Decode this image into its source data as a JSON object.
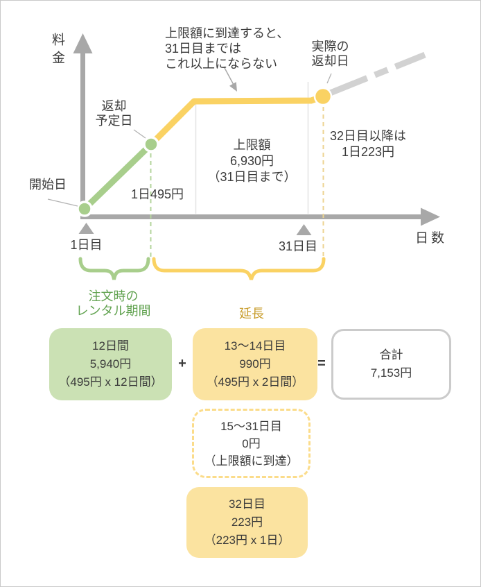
{
  "chart_data": {
    "type": "line",
    "x_axis_label": "日数",
    "y_axis_label": "料金",
    "x_ticks": [
      "1日目",
      "31日目"
    ],
    "segments": [
      {
        "name": "注文時のレンタル期間",
        "from_day": 1,
        "to_day": 12,
        "rate_per_day_yen": 495,
        "subtotal_yen": 5940,
        "color": "#a8ce8c"
      },
      {
        "name": "延長",
        "from_day": 13,
        "to_day": 14,
        "rate_per_day_yen": 495,
        "subtotal_yen": 990,
        "color": "#fad263"
      },
      {
        "name": "延長（上限額に到達）",
        "from_day": 15,
        "to_day": 31,
        "rate_per_day_yen": 0,
        "subtotal_yen": 0,
        "color": "#fad263"
      },
      {
        "name": "延長（32日目）",
        "from_day": 32,
        "to_day": 32,
        "rate_per_day_yen": 223,
        "subtotal_yen": 223,
        "color": "#fad263"
      }
    ],
    "cap_yen": 6930,
    "cap_until_day": 31,
    "after_day32_rate_yen": 223,
    "total_yen": 7153
  },
  "axes": {
    "y_label": "料金",
    "x_label": "日数"
  },
  "annotations": {
    "start_date": "開始日",
    "scheduled_return": [
      "返却",
      "予定日"
    ],
    "cap_note": [
      "上限額に到達すると、",
      "31日目までは",
      "これ以上にならない"
    ],
    "actual_return": [
      "実際の",
      "返却日"
    ],
    "daily_rate": "1日495円",
    "cap_box": [
      "上限額",
      "6,930円",
      "（31日目まで）"
    ],
    "after_day32": [
      "32日目以降は",
      "1日223円"
    ],
    "day1": "1日目",
    "day31": "31日目"
  },
  "braces": {
    "order_period": [
      "注文時の",
      "レンタル期間"
    ],
    "extension": "延長"
  },
  "calc": {
    "plus": "+",
    "equals": "=",
    "base_box": [
      "12日間",
      "5,940円",
      "（495円 x 12日間）"
    ],
    "ext_13_14_box": [
      "13〜14日目",
      "990円",
      "（495円 x 2日間）"
    ],
    "total_box": [
      "合計",
      "7,153円"
    ],
    "ext_15_31_box": [
      "15〜31日目",
      "0円",
      "（上限額に到達）"
    ],
    "ext_32_box": [
      "32日目",
      "223円",
      "（223円 x 1日）"
    ]
  },
  "colors": {
    "green_line": "#a8ce8c",
    "green_box": "#cbe1b4",
    "green_text": "#62a351",
    "yellow_line": "#fad263",
    "yellow_box": "#fbe3a0",
    "yellow_dash_border": "#fbdc8a",
    "gold_text": "#c79b28",
    "axis_gray": "#a8a8a8",
    "future_gray": "#d2d2d2",
    "border_gray": "#c9c9c9",
    "text": "#3a3a3a"
  }
}
